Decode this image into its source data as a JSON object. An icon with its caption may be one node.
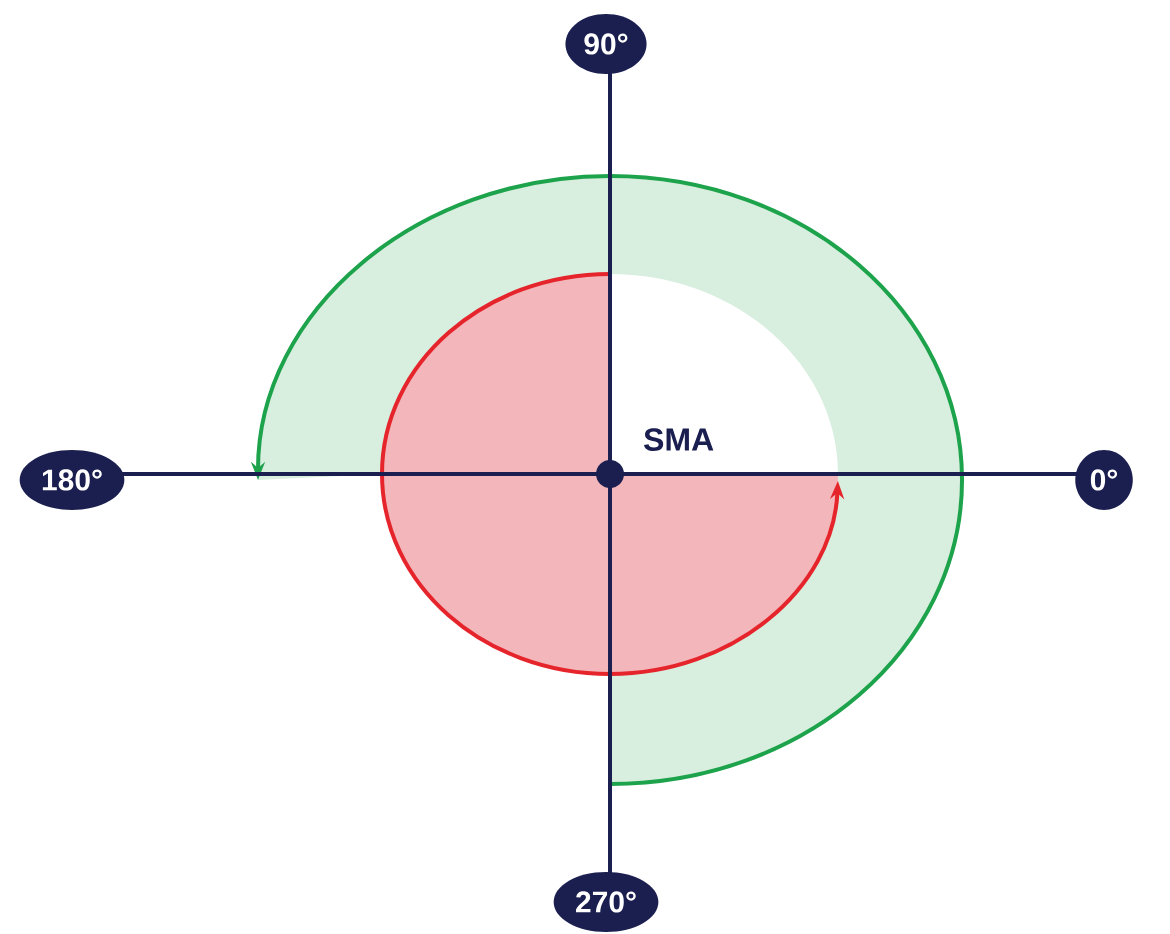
{
  "diagram": {
    "nodes": [
      {
        "text": [
          "90°"
        ]
      },
      {
        "text": [
          "180°"
        ]
      },
      {
        "text": [
          "0°"
        ]
      },
      {
        "text": [
          "270°"
        ]
      }
    ],
    "labels": [
      "SMA"
    ]
  }
}
